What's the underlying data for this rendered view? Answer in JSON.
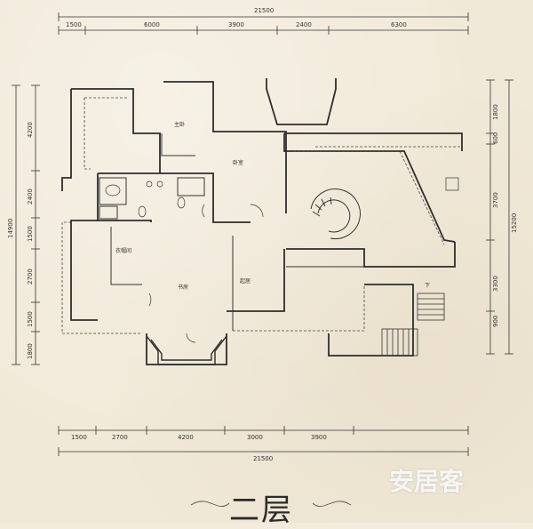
{
  "top_dims": {
    "total": "21500",
    "segments": [
      "1500",
      "6000",
      "3900",
      "2400",
      "6300"
    ]
  },
  "bottom_dims": {
    "total": "21500",
    "segments": [
      "1500",
      "2700",
      "4200",
      "3000",
      "3900"
    ]
  },
  "left_dims": {
    "total": "14900",
    "segments": [
      "4200",
      "2400",
      "1500",
      "2700",
      "1500",
      "1800"
    ]
  },
  "right_dims": {
    "total": "15200",
    "segments": [
      "1800",
      "600",
      "3700",
      "3300",
      "900"
    ]
  },
  "rooms": {
    "r1": "主卧",
    "r2": "卧室",
    "r3": "衣帽间",
    "r4": "书房",
    "r5": "起居",
    "r6": "下"
  },
  "floor_title": "二层",
  "watermark": "安居客"
}
